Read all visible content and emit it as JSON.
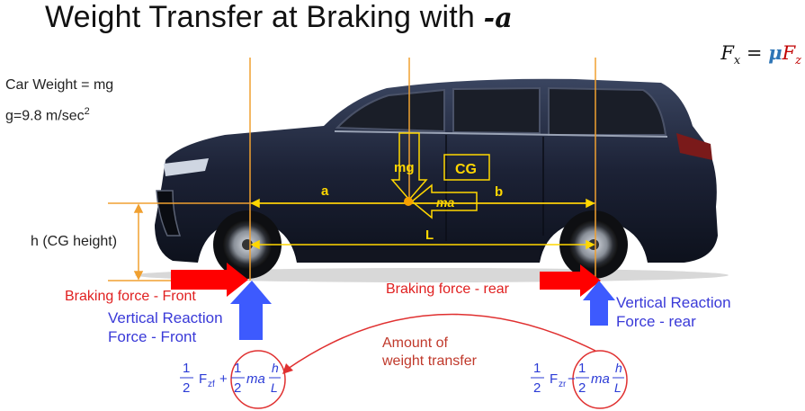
{
  "title": {
    "text": "Weight Transfer at Braking with ",
    "accel": "-a"
  },
  "equation": {
    "lhs": "F",
    "lhs_sub": "x",
    "eq": " = ",
    "mu": "μ",
    "rhs": "F",
    "rhs_sub": "z"
  },
  "car_weight": "Car Weight = mg",
  "gravity": {
    "text": "g=9.8 m/sec",
    "exp": "2"
  },
  "cg_height": "h (CG height)",
  "labels": {
    "mg": "mg",
    "cg": "CG",
    "a": "a",
    "b": "b",
    "ma": "ma",
    "L": "L"
  },
  "braking_front": "Braking force - Front",
  "braking_rear": "Braking force - rear",
  "vertical_front": [
    "Vertical Reaction",
    "Force - Front"
  ],
  "vertical_rear": [
    "Vertical Reaction",
    "Force - rear"
  ],
  "transfer": [
    "Amount of",
    "weight transfer"
  ],
  "formula_front": {
    "half_n": "1",
    "half_d": "2",
    "F": "F",
    "sub": "zf",
    "op": "+",
    "ma": "ma",
    "h": "h",
    "L": "L"
  },
  "formula_rear": {
    "half_n": "1",
    "half_d": "2",
    "F": "F",
    "sub": "zr",
    "op": "−",
    "ma": "ma",
    "h": "h",
    "L": "L"
  },
  "colors": {
    "orange": "#f0a030",
    "yellow": "#ffd700",
    "red": "#ff0000",
    "blue": "#3d5afe",
    "car": "#1c2236"
  }
}
